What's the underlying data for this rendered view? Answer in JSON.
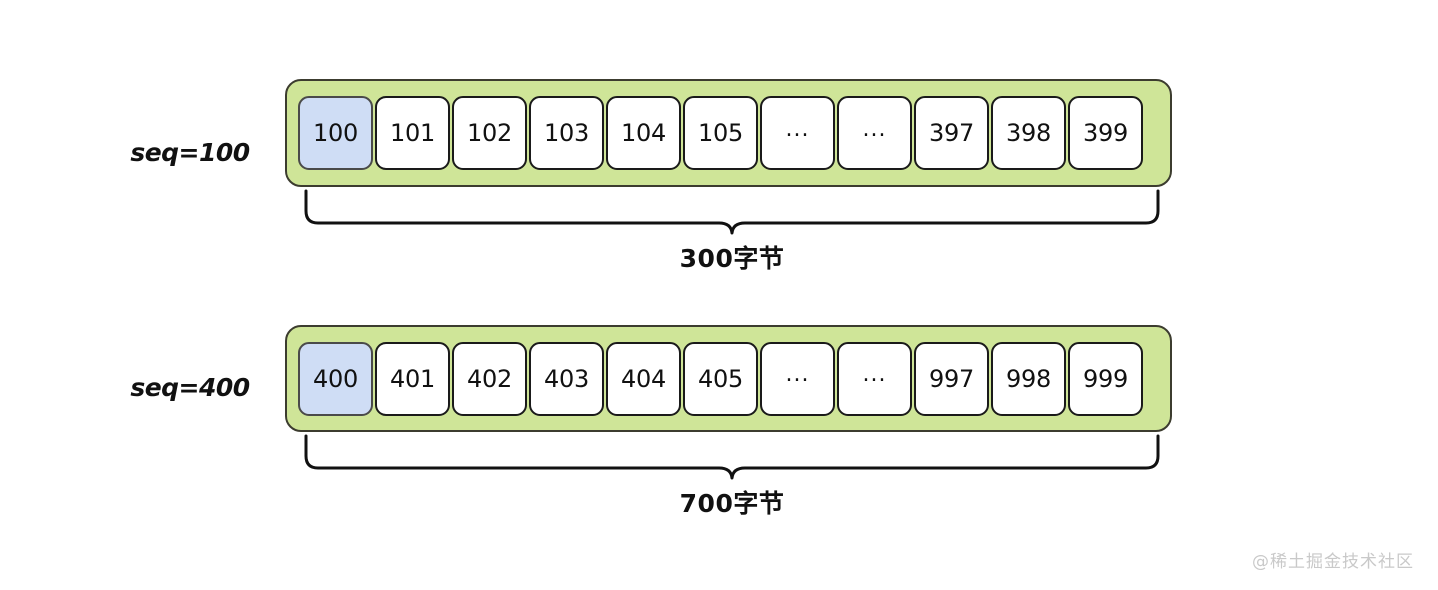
{
  "diagram": {
    "title": "TCP sequence number window diagram",
    "colors": {
      "window_fill": "#cfe598",
      "window_border": "#3c3c2f",
      "cell_fill": "#ffffff",
      "cell_border": "#1a1a1a",
      "highlight_fill": "#cfddf5",
      "text": "#111111",
      "watermark": "#c9c9c9"
    },
    "rows": [
      {
        "seq_label": "seq=100",
        "cells": [
          {
            "value": "100",
            "highlight": true
          },
          {
            "value": "101",
            "highlight": false
          },
          {
            "value": "102",
            "highlight": false
          },
          {
            "value": "103",
            "highlight": false
          },
          {
            "value": "104",
            "highlight": false
          },
          {
            "value": "105",
            "highlight": false
          },
          {
            "value": "...",
            "highlight": false
          },
          {
            "value": "...",
            "highlight": false
          },
          {
            "value": "397",
            "highlight": false
          },
          {
            "value": "398",
            "highlight": false
          },
          {
            "value": "399",
            "highlight": false
          }
        ],
        "measure_label": "300字节"
      },
      {
        "seq_label": "seq=400",
        "cells": [
          {
            "value": "400",
            "highlight": true
          },
          {
            "value": "401",
            "highlight": false
          },
          {
            "value": "402",
            "highlight": false
          },
          {
            "value": "403",
            "highlight": false
          },
          {
            "value": "404",
            "highlight": false
          },
          {
            "value": "405",
            "highlight": false
          },
          {
            "value": "...",
            "highlight": false
          },
          {
            "value": "...",
            "highlight": false
          },
          {
            "value": "997",
            "highlight": false
          },
          {
            "value": "998",
            "highlight": false
          },
          {
            "value": "999",
            "highlight": false
          }
        ],
        "measure_label": "700字节"
      }
    ],
    "watermark": "@稀土掘金技术社区"
  }
}
